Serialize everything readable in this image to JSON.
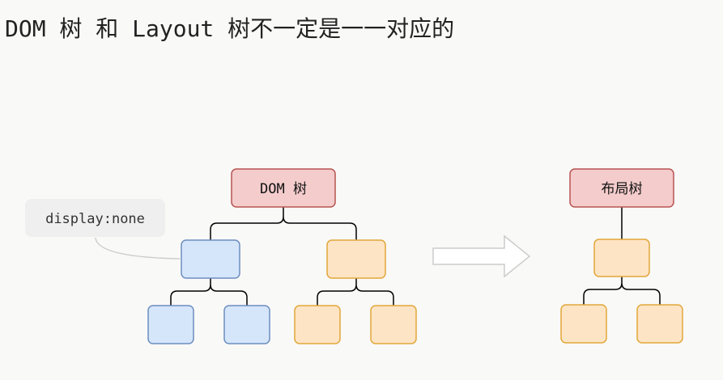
{
  "page": {
    "title": "DOM 树 和 Layout 树不一定是一一对应的"
  },
  "dom_tree": {
    "root_label": "DOM 树"
  },
  "layout_tree": {
    "root_label": "布局树"
  },
  "annotation": {
    "label": "display:none"
  },
  "colors": {
    "root_fill": "#f4cccc",
    "root_stroke": "#b85450",
    "blue_fill": "#d6e6fa",
    "blue_stroke": "#6c8ebf",
    "orange_fill": "#fde4c4",
    "orange_stroke": "#e2a73a",
    "connector": "#000000",
    "arrow_fill": "#ffffff",
    "arrow_stroke": "#cccccc",
    "annot_bg": "#efefef"
  }
}
